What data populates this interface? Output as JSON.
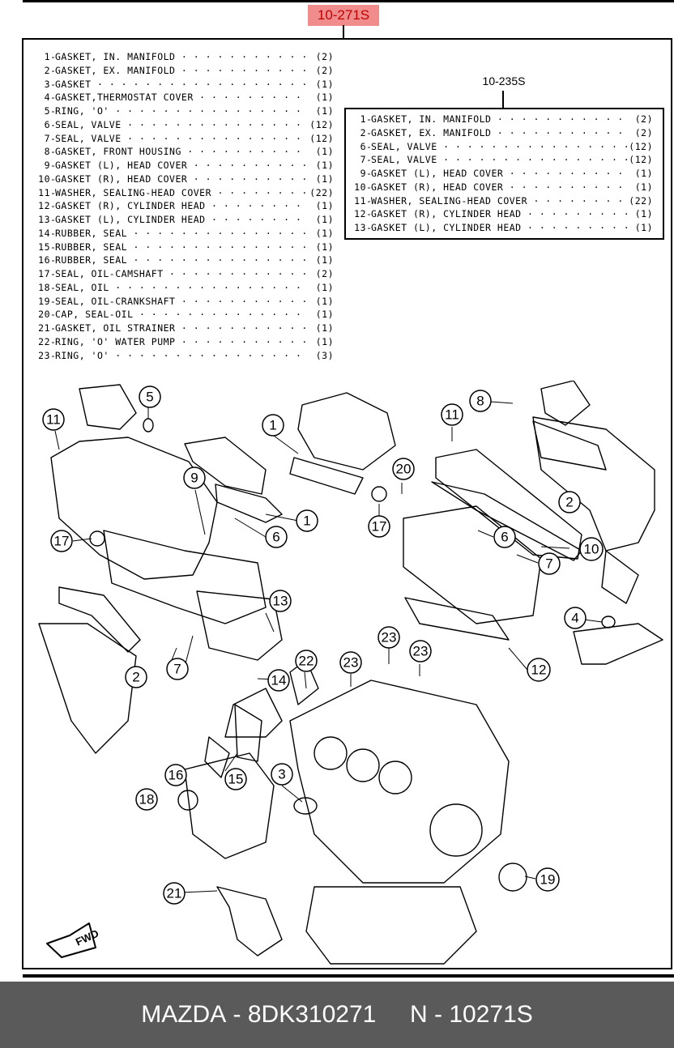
{
  "header": {
    "kit_number": "10-271S"
  },
  "main_list": [
    {
      "no": "1",
      "name": "GASKET, IN. MANIFOLD",
      "qty": "(2)"
    },
    {
      "no": "2",
      "name": "GASKET, EX. MANIFOLD",
      "qty": "(2)"
    },
    {
      "no": "3",
      "name": "GASKET",
      "qty": "(1)"
    },
    {
      "no": "4",
      "name": "GASKET,THERMOSTAT COVER",
      "qty": "(1)"
    },
    {
      "no": "5",
      "name": "RING, 'O'",
      "qty": "(1)"
    },
    {
      "no": "6",
      "name": "SEAL, VALVE",
      "qty": "(12)"
    },
    {
      "no": "7",
      "name": "SEAL, VALVE",
      "qty": "(12)"
    },
    {
      "no": "8",
      "name": "GASKET, FRONT HOUSING",
      "qty": "(1)"
    },
    {
      "no": "9",
      "name": "GASKET (L), HEAD COVER",
      "qty": "(1)"
    },
    {
      "no": "10",
      "name": "GASKET (R), HEAD COVER",
      "qty": "(1)"
    },
    {
      "no": "11",
      "name": "WASHER, SEALING-HEAD COVER",
      "qty": "(22)"
    },
    {
      "no": "12",
      "name": "GASKET (R), CYLINDER HEAD",
      "qty": "(1)"
    },
    {
      "no": "13",
      "name": "GASKET (L), CYLINDER HEAD",
      "qty": "(1)"
    },
    {
      "no": "14",
      "name": "RUBBER, SEAL",
      "qty": "(1)"
    },
    {
      "no": "15",
      "name": "RUBBER, SEAL",
      "qty": "(1)"
    },
    {
      "no": "16",
      "name": "RUBBER, SEAL",
      "qty": "(1)"
    },
    {
      "no": "17",
      "name": "SEAL, OIL-CAMSHAFT",
      "qty": "(2)"
    },
    {
      "no": "18",
      "name": "SEAL, OIL",
      "qty": "(1)"
    },
    {
      "no": "19",
      "name": "SEAL, OIL-CRANKSHAFT",
      "qty": "(1)"
    },
    {
      "no": "20",
      "name": "CAP, SEAL-OIL",
      "qty": "(1)"
    },
    {
      "no": "21",
      "name": "GASKET, OIL STRAINER",
      "qty": "(1)"
    },
    {
      "no": "22",
      "name": "RING, 'O' WATER PUMP",
      "qty": "(1)"
    },
    {
      "no": "23",
      "name": "RING, 'O'",
      "qty": "(3)"
    }
  ],
  "sub_kit": {
    "number": "10-235S",
    "items": [
      {
        "no": "1",
        "name": "GASKET, IN. MANIFOLD",
        "qty": "(2)"
      },
      {
        "no": "2",
        "name": "GASKET, EX. MANIFOLD",
        "qty": "(2)"
      },
      {
        "no": "6",
        "name": "SEAL, VALVE",
        "qty": "(12)"
      },
      {
        "no": "7",
        "name": "SEAL, VALVE",
        "qty": "(12)"
      },
      {
        "no": "9",
        "name": "GASKET (L), HEAD COVER",
        "qty": "(1)"
      },
      {
        "no": "10",
        "name": "GASKET (R), HEAD COVER",
        "qty": "(1)"
      },
      {
        "no": "11",
        "name": "WASHER, SEALING-HEAD COVER",
        "qty": "(22)"
      },
      {
        "no": "12",
        "name": "GASKET (R), CYLINDER HEAD",
        "qty": "(1)"
      },
      {
        "no": "13",
        "name": "GASKET (L), CYLINDER HEAD",
        "qty": "(1)"
      }
    ]
  },
  "diagram": {
    "direction_label": "FWD",
    "callouts": [
      "1",
      "1",
      "2",
      "2",
      "3",
      "4",
      "5",
      "6",
      "6",
      "7",
      "7",
      "8",
      "9",
      "10",
      "11",
      "11",
      "12",
      "13",
      "14",
      "15",
      "16",
      "17",
      "17",
      "18",
      "19",
      "20",
      "21",
      "22",
      "23",
      "23",
      "23"
    ]
  },
  "footer": {
    "brand": "MAZDA",
    "part_number": "8DK310271",
    "kit_code": "N - 10271S"
  }
}
